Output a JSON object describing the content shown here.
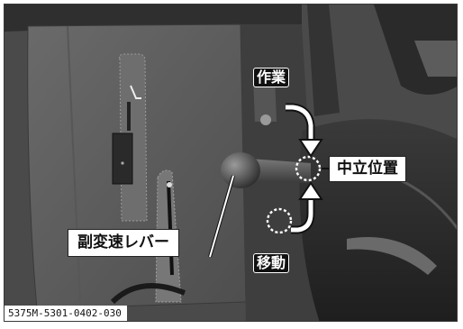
{
  "labels": {
    "neutral_position": "中立位置",
    "sub_shift_lever": "副変速レバー",
    "work": "作業",
    "travel": "移動"
  },
  "figure_code": "5375M-5301-0402-030",
  "colors": {
    "dark_metal": "#3c3c3c",
    "mid_metal": "#5a5a5a",
    "light_metal": "#8a8a8a",
    "arrow_fill": "#ffffff",
    "arrow_outline": "#111111"
  }
}
